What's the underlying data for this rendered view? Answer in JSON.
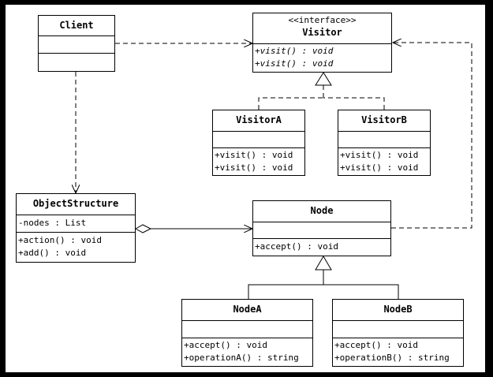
{
  "classes": {
    "client": {
      "name": "Client"
    },
    "visitor": {
      "stereotype": "<<interface>>",
      "name": "Visitor",
      "methods": [
        "+visit() : void",
        "+visit() : void"
      ]
    },
    "visitorA": {
      "name": "VisitorA",
      "methods": [
        "+visit() : void",
        "+visit() : void"
      ]
    },
    "visitorB": {
      "name": "VisitorB",
      "methods": [
        "+visit() : void",
        "+visit() : void"
      ]
    },
    "objectStructure": {
      "name": "ObjectStructure",
      "attributes": [
        "-nodes : List"
      ],
      "methods": [
        "+action() : void",
        "+add() : void"
      ]
    },
    "node": {
      "name": "Node",
      "methods": [
        "+accept() : void"
      ]
    },
    "nodeA": {
      "name": "NodeA",
      "methods": [
        "+accept() : void",
        "+operationA() : string"
      ]
    },
    "nodeB": {
      "name": "NodeB",
      "methods": [
        "+accept() : void",
        "+operationB() : string"
      ]
    }
  },
  "colors": {
    "background": "#000000",
    "diagram": "#ffffff",
    "line": "#000000"
  }
}
